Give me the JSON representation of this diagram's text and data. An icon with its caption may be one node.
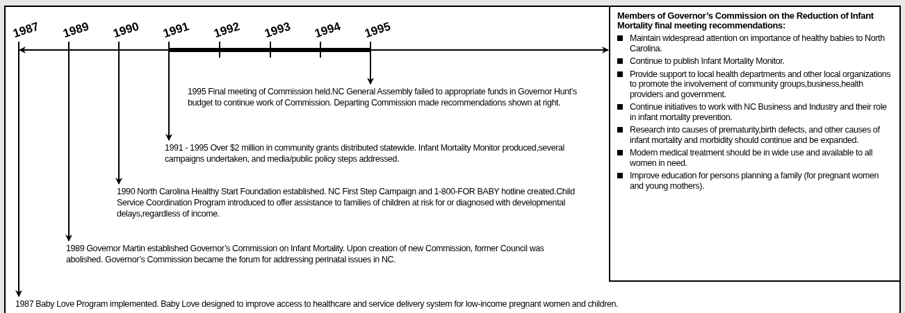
{
  "diagram": {
    "nodes": [
      {
        "text": [
          "1987"
        ]
      },
      {
        "text": [
          "1989"
        ]
      },
      {
        "text": [
          "1990"
        ]
      },
      {
        "text": [
          "1991"
        ]
      },
      {
        "text": [
          "1995"
        ]
      },
      {
        "text": [
          "Members of Governor’s Commission on the Reduction of Infant Mortality final meeting recommendations:",
          "Maintain widespread attention on importance of healthy babies to North Carolina.",
          "Continue to publish Infant Mortality Monitor.",
          "Provide support to local health departments and other local organizations to promote the involvement of community groups,business,health providers and government.",
          "Continue initiatives to work with NC Business and Industry and their role in infant mortality prevention.",
          "Research into causes of prematurity,birth defects, and other causes of infant mortality and morbidity should continue and be expanded.",
          "Modern medical treatment should be in wide use and available to all women in need.",
          "Improve education for persons planning a family (for pregnant women and young mothers)."
        ]
      },
      {
        "text": [
          "1995 Final meeting of Commission held.NC General Assembly failed to appropriate funds in Governor Hunt’s budget to continue work of Commission. Departing Commission made recommendations shown at right."
        ]
      },
      {
        "text": [
          "1991 - 1995 Over $2 million in community grants distributed statewide. Infant Mortality Monitor produced,several campaigns undertaken, and media/public policy steps addressed."
        ]
      },
      {
        "text": [
          "1990 North Carolina Healthy Start Foundation established. NC First Step Campaign and 1-800-FOR BABY hotline created.Child Service Coordination Program introduced to offer assistance to families of children at risk for or diagnosed with developmental delays,regardless of income."
        ]
      },
      {
        "text": [
          "1989 Governor Martin established Governor’s Commission on Infant Mortality. Upon creation of new Commission, former Council was abolished. Governor’s Commission became the forum for addressing perinatal issues in NC."
        ]
      },
      {
        "text": [
          "1987 Baby Love Program implemented. Baby Love designed to improve access to healthcare and service delivery system for low-income pregnant women and children."
        ]
      }
    ],
    "edges": [
      {
        "from": 0,
        "to": 5,
        "arrow": "both"
      },
      {
        "from": 3,
        "to": 4,
        "arrow": "none",
        "style": "thick"
      },
      {
        "from": 4,
        "to": 6,
        "arrow": "to"
      },
      {
        "from": 3,
        "to": 7,
        "arrow": "to"
      },
      {
        "from": 2,
        "to": 8,
        "arrow": "to"
      },
      {
        "from": 1,
        "to": 9,
        "arrow": "to"
      },
      {
        "from": 0,
        "to": 10,
        "arrow": "to"
      }
    ],
    "labels": [
      "1992",
      "1993",
      "1994"
    ]
  }
}
